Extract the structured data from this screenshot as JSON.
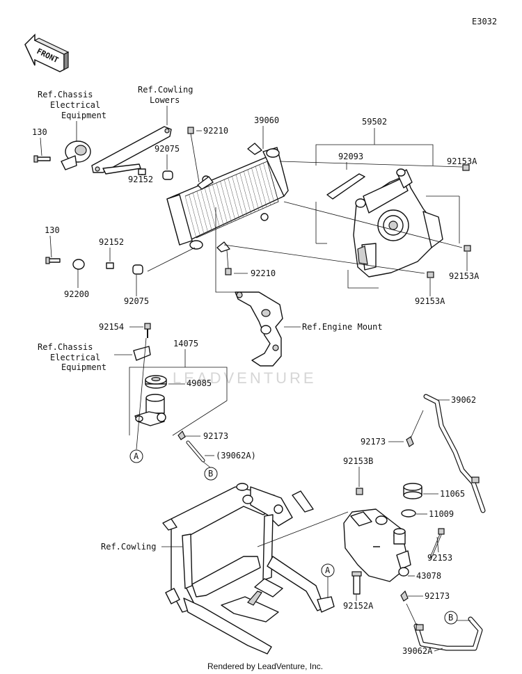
{
  "diagram_code": "E3032",
  "front_label": "FRONT",
  "footer": "Rendered by LeadVenture, Inc.",
  "watermark": "LEADVENTURE",
  "refs": {
    "chassis_top": [
      "Ref.Chassis",
      "Electrical",
      "Equipment"
    ],
    "cowling_lowers": [
      "Ref.Cowling",
      "Lowers"
    ],
    "engine_mount": "Ref.Engine Mount",
    "chassis_mid": [
      "Ref.Chassis",
      "Electrical",
      "Equipment"
    ],
    "cowling": "Ref.Cowling"
  },
  "parts": {
    "p130_top": "130",
    "p92152_top": "92152",
    "p92075_top": "92075",
    "p92210_top": "92210",
    "p39060": "39060",
    "p59502": "59502",
    "p92093": "92093",
    "p92153A_top": "92153A",
    "p92153A_mid": "92153A",
    "p92153A_low": "92153A",
    "p130_mid": "130",
    "p92152_mid": "92152",
    "p92200": "92200",
    "p92075_mid": "92075",
    "p92210_mid": "92210",
    "p92154": "92154",
    "p14075": "14075",
    "p49085": "49085",
    "p92173_a": "92173",
    "p39062A_paren": "(39062A)",
    "p39062": "39062",
    "p92173_b": "92173",
    "p92153B": "92153B",
    "p11065": "11065",
    "p11009": "11009",
    "p92153": "92153",
    "p43078": "43078",
    "p92152A": "92152A",
    "p92173_c": "92173",
    "p39062A": "39062A"
  },
  "callouts": {
    "a1": "A",
    "b1": "B",
    "a2": "A",
    "b2": "B"
  }
}
